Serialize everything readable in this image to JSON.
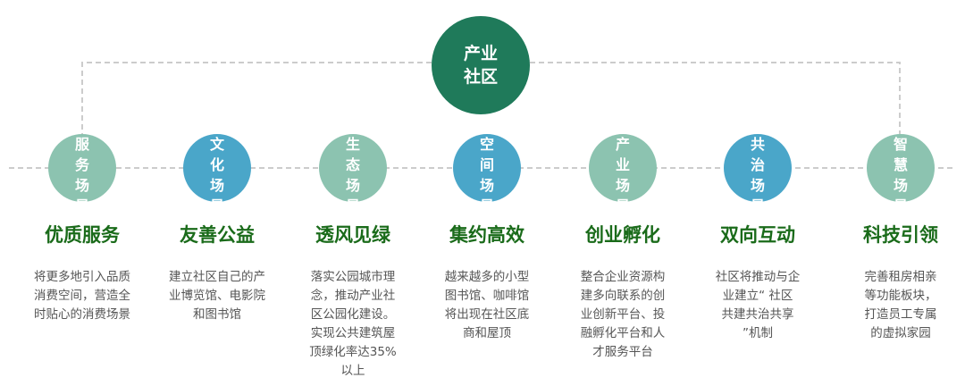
{
  "center": {
    "lines": [
      "产业",
      "社区"
    ],
    "color": "#1f7a5a"
  },
  "items": [
    {
      "circle": [
        "服",
        "务",
        "场",
        "景"
      ],
      "color": "#8cc3b0",
      "title": "优质服务",
      "desc": [
        "将更多地引入品质",
        "消费空间，营造全",
        "时贴心的消费场景"
      ]
    },
    {
      "circle": [
        "文",
        "化",
        "场",
        "景"
      ],
      "color": "#4aa6c9",
      "title": "友善公益",
      "desc": [
        "建立社区自己的产",
        "业博览馆、电影院",
        "和图书馆"
      ]
    },
    {
      "circle": [
        "生",
        "态",
        "场",
        "景"
      ],
      "color": "#8cc3b0",
      "title": "透风见绿",
      "desc": [
        "落实公园城市理",
        "念，推动产业社",
        "区公园化建设。",
        "实现公共建筑屋",
        "顶绿化率达35%",
        "以上"
      ]
    },
    {
      "circle": [
        "空",
        "间",
        "场",
        "景"
      ],
      "color": "#4aa6c9",
      "title": "集约高效",
      "desc": [
        "越来越多的小型",
        "图书馆、咖啡馆",
        "将出现在社区底",
        "商和屋顶"
      ]
    },
    {
      "circle": [
        "产",
        "业",
        "场",
        "景"
      ],
      "color": "#8cc3b0",
      "title": "创业孵化",
      "desc": [
        "整合企业资源构",
        "建多向联系的创",
        "业创新平台、投",
        "融孵化平台和人",
        "才服务平台"
      ]
    },
    {
      "circle": [
        "共",
        "治",
        "场",
        "景"
      ],
      "color": "#4aa6c9",
      "title": "双向互动",
      "desc": [
        "社区将推动与企",
        "业建立“ 社区",
        "共建共治共享",
        "”机制"
      ]
    },
    {
      "circle": [
        "智",
        "慧",
        "场",
        "景"
      ],
      "color": "#8cc3b0",
      "title": "科技引领",
      "desc": [
        "完善租房相亲",
        "等功能板块，",
        "打造员工专属",
        "的虚拟家园"
      ]
    }
  ]
}
